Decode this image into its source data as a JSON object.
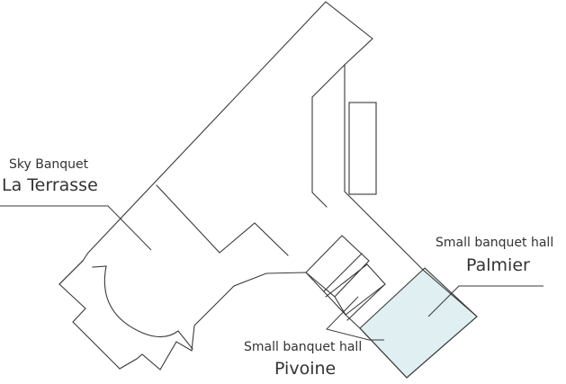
{
  "colors": {
    "walls": "#3a3a3a",
    "highlight_fill": "#dfeff2",
    "text": "#333333",
    "background": "#ffffff"
  },
  "labels": {
    "sky_banquet": {
      "subtitle": "Sky Banquet",
      "name": "La Terrasse"
    },
    "palmier": {
      "subtitle": "Small banquet hall",
      "name": "Palmier"
    },
    "pivoine": {
      "subtitle": "Small banquet hall",
      "name": "Pivoine"
    }
  }
}
